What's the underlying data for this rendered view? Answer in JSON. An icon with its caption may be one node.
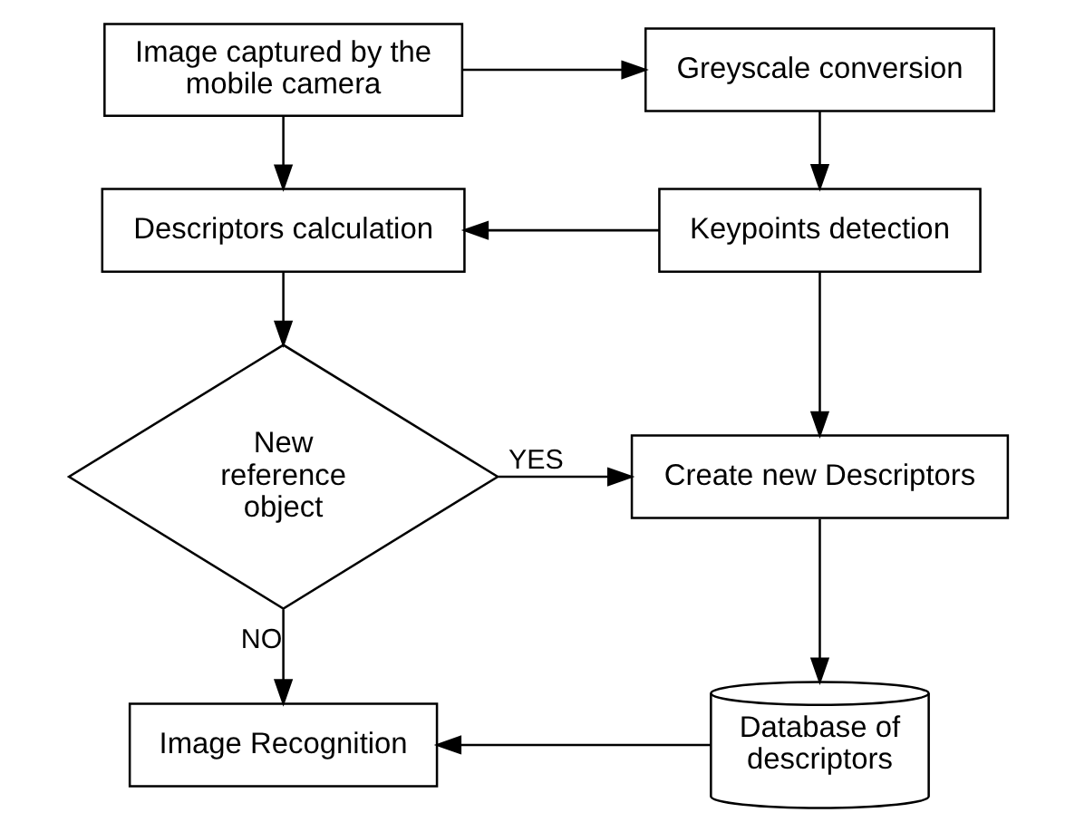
{
  "diagram": {
    "nodes": [
      {
        "text": [
          "Image captured by the mobile camera"
        ]
      },
      {
        "text": [
          "Greyscale conversion"
        ]
      },
      {
        "text": [
          "Descriptors calculation"
        ]
      },
      {
        "text": [
          "Keypoints detection"
        ]
      },
      {
        "text": [
          "New reference object"
        ]
      },
      {
        "text": [
          "Create new Descriptors"
        ]
      },
      {
        "text": [
          "Database of descriptors"
        ]
      },
      {
        "text": [
          "Image Recognition"
        ]
      }
    ],
    "edges": [
      {
        "from": 0,
        "to": 1,
        "arrow": "to"
      },
      {
        "from": 0,
        "to": 2,
        "arrow": "to"
      },
      {
        "from": 1,
        "to": 3,
        "arrow": "to"
      },
      {
        "from": 3,
        "to": 2,
        "arrow": "to"
      },
      {
        "from": 2,
        "to": 4,
        "arrow": "to"
      },
      {
        "from": 4,
        "to": 5,
        "arrow": "to",
        "label": "YES"
      },
      {
        "from": 3,
        "to": 5,
        "arrow": "to"
      },
      {
        "from": 5,
        "to": 6,
        "arrow": "to"
      },
      {
        "from": 4,
        "to": 7,
        "arrow": "to",
        "label": "NO"
      },
      {
        "from": 6,
        "to": 7,
        "arrow": "to"
      }
    ]
  }
}
